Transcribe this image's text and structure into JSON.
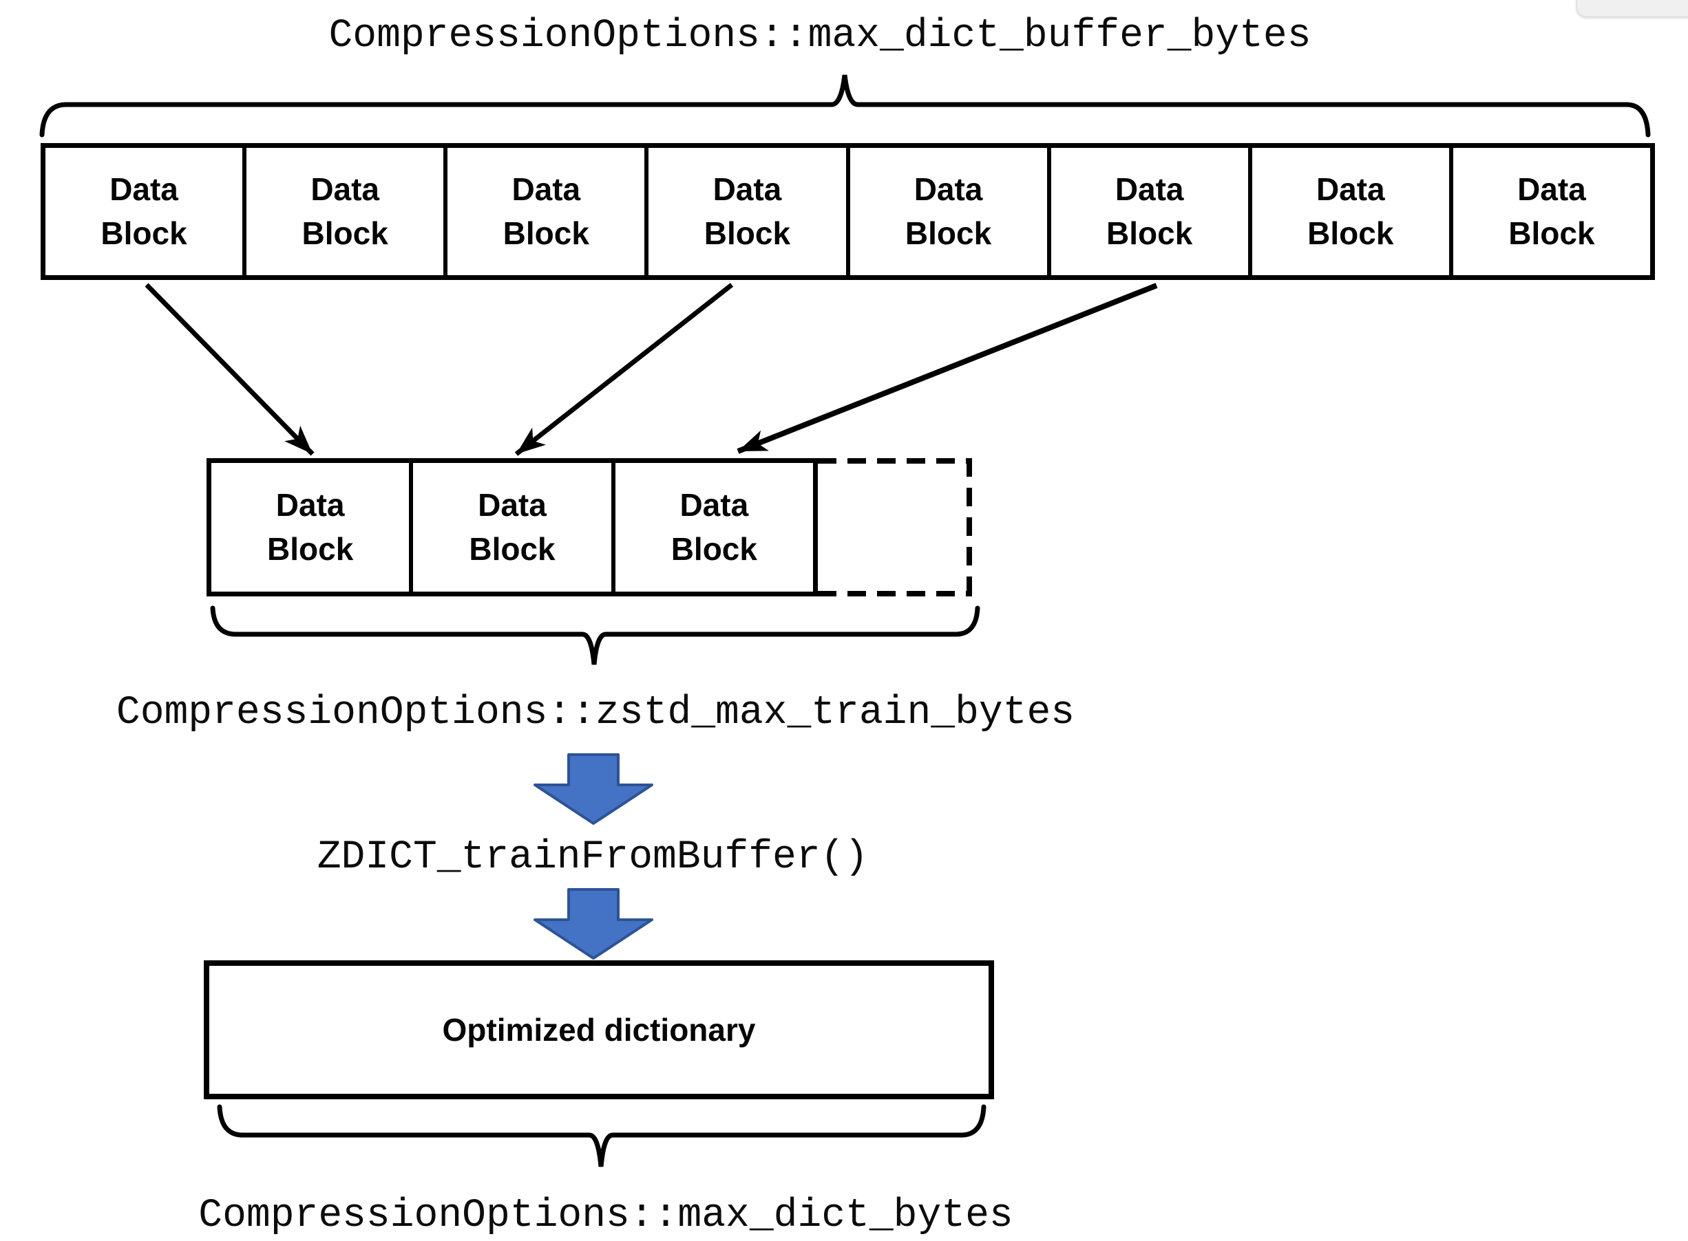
{
  "diagram": {
    "buffer_label": "CompressionOptions::max_dict_buffer_bytes",
    "buffer_row_blocks": [
      "Data\nBlock",
      "Data\nBlock",
      "Data\nBlock",
      "Data\nBlock",
      "Data\nBlock",
      "Data\nBlock",
      "Data\nBlock",
      "Data\nBlock"
    ],
    "train_row_blocks": [
      "Data\nBlock",
      "Data\nBlock",
      "Data\nBlock"
    ],
    "train_label": "CompressionOptions::zstd_max_train_bytes",
    "function_label": "ZDICT_trainFromBuffer()",
    "dictionary_label": "Optimized dictionary",
    "dict_size_label": "CompressionOptions::max_dict_bytes",
    "colors": {
      "line": "#000000",
      "arrow_fill": "#4472C4",
      "arrow_stroke": "#2E5395"
    }
  }
}
